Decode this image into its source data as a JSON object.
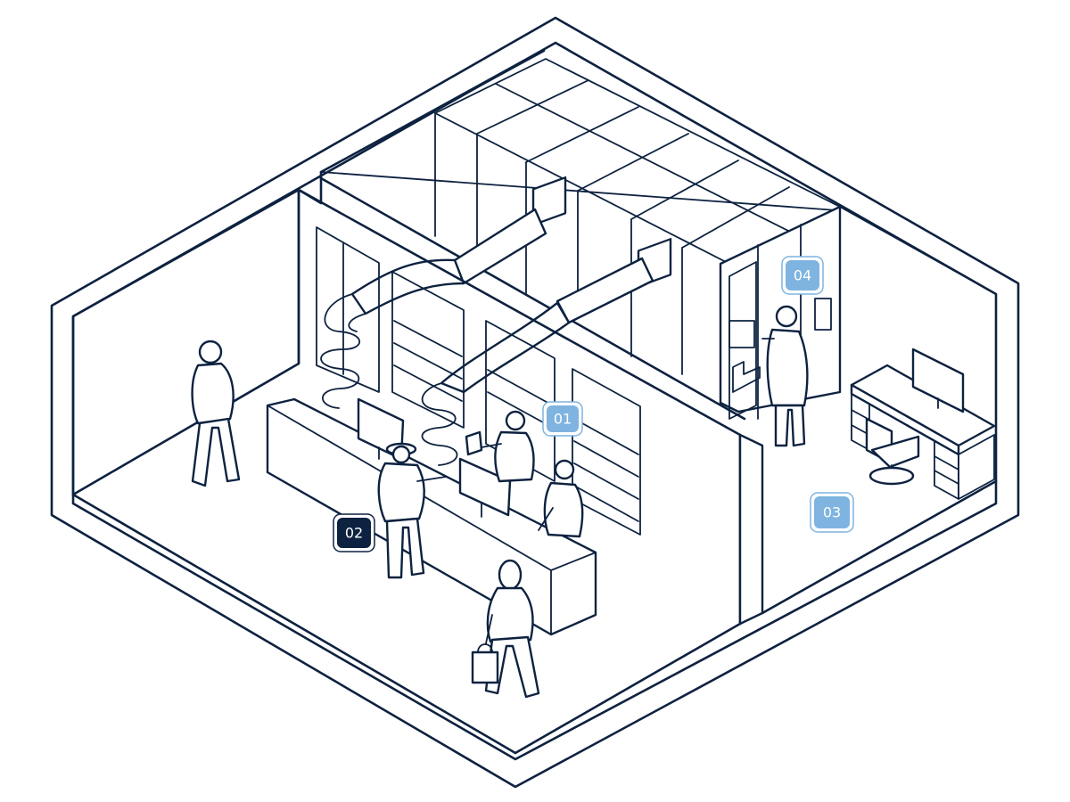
{
  "markers": [
    {
      "id": "01",
      "label": "01",
      "style": "light",
      "fill": "#7fb4e0",
      "text": "#ffffff"
    },
    {
      "id": "02",
      "label": "02",
      "style": "dark",
      "fill": "#0d2240",
      "text": "#ffffff"
    },
    {
      "id": "03",
      "label": "03",
      "style": "light",
      "fill": "#7fb4e0",
      "text": "#ffffff"
    },
    {
      "id": "04",
      "label": "04",
      "style": "light",
      "fill": "#7fb4e0",
      "text": "#ffffff"
    }
  ],
  "colors": {
    "line": "#0d2240",
    "accent": "#7fb4e0",
    "background": "#ffffff"
  },
  "icons": [
    "person-icon",
    "computer-monitor-icon",
    "office-chair-icon",
    "shopping-bag-icon",
    "storage-rack-icon",
    "conveyor-tube-icon"
  ]
}
